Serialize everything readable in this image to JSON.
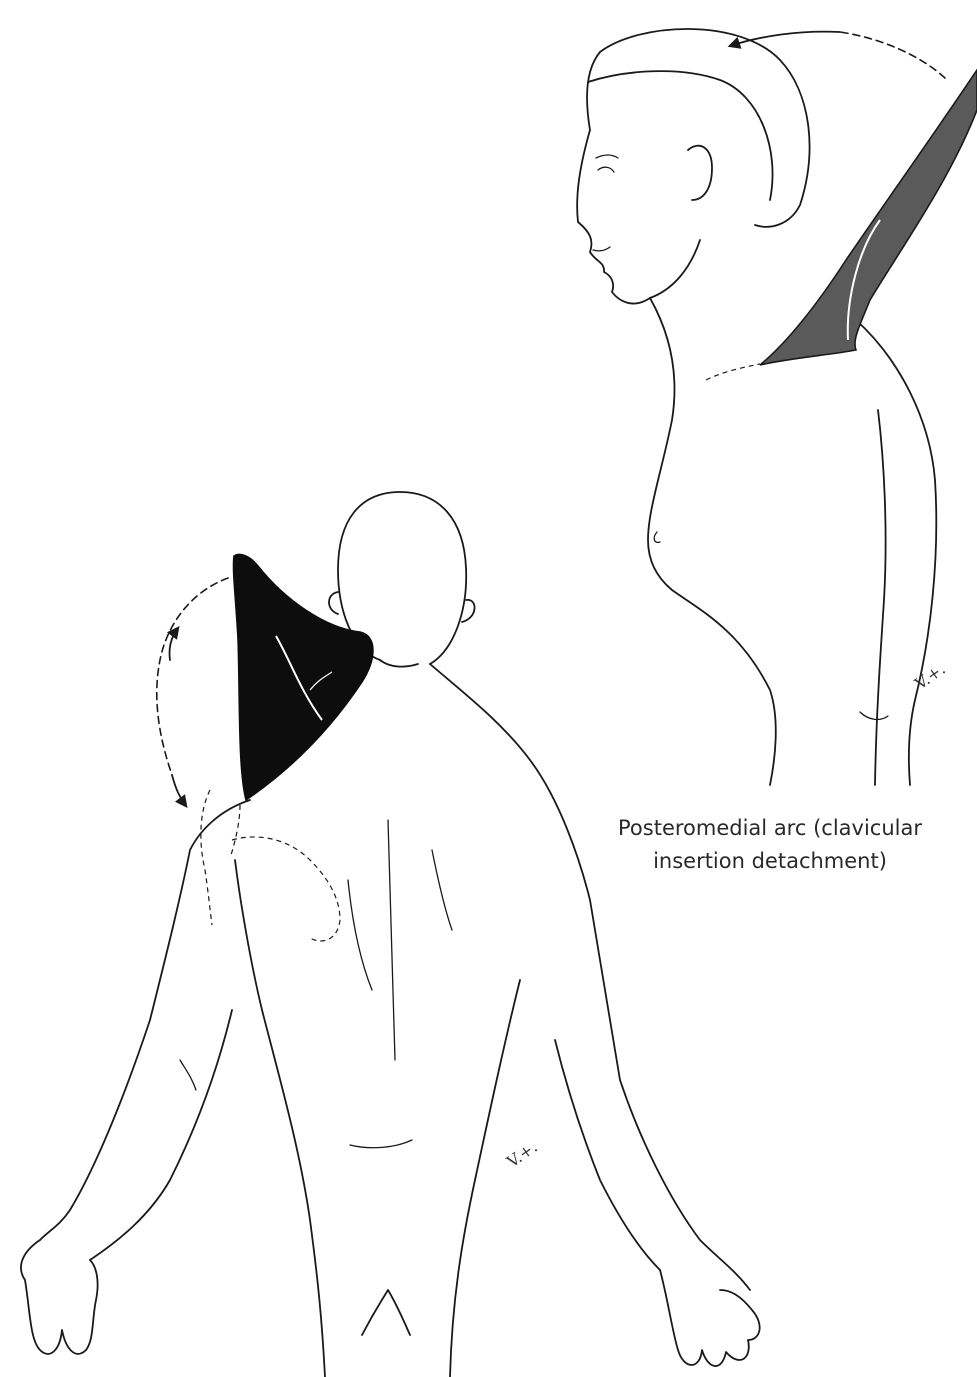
{
  "figure": {
    "caption_line1": "Posteromedial arc (clavicular",
    "caption_line2": "insertion detachment)",
    "artist_initials_top": "V.+.",
    "artist_initials_bottom": "V.+."
  },
  "colors": {
    "background": "#ffffff",
    "line": "#1a1a1a",
    "flap_lateral": "#5a5a5a",
    "flap_posterior": "#0d0d0d"
  }
}
